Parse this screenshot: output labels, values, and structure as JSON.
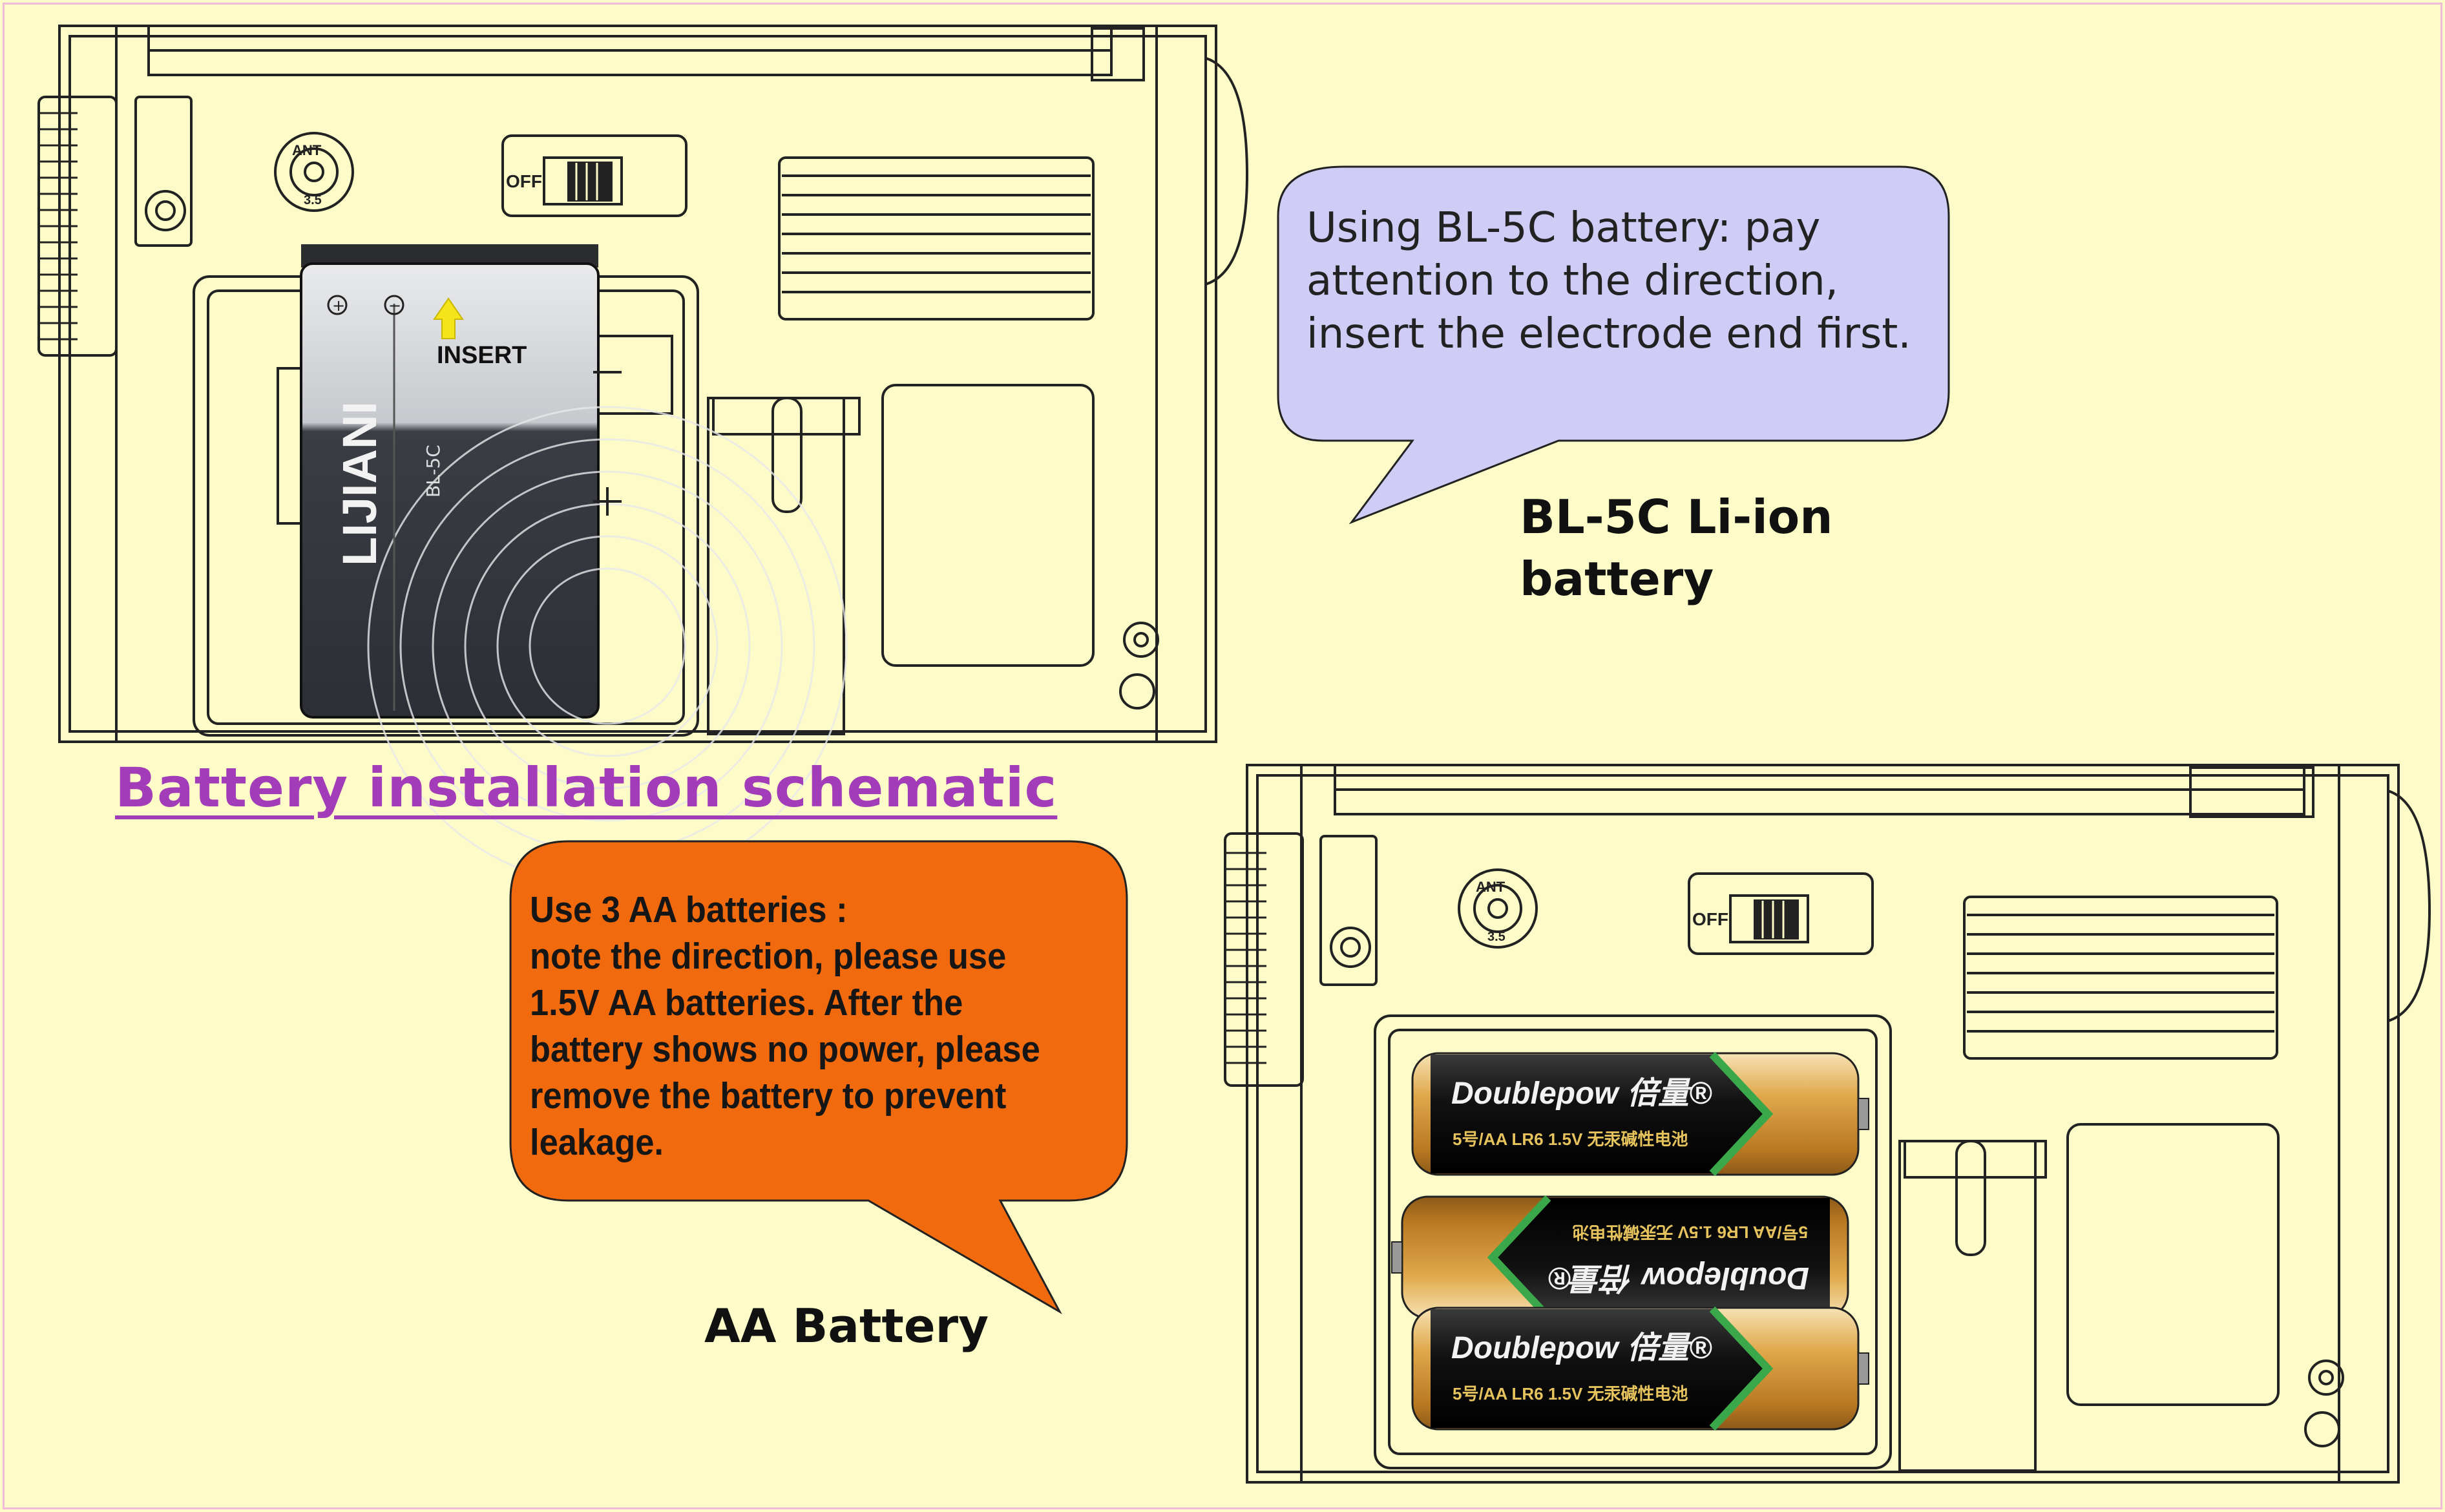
{
  "title": "Battery installation schematic",
  "bubbles": {
    "li_ion": "Using BL-5C battery: pay\nattention to the direction,\ninsert the electrode end first.",
    "aa": "Use 3 AA batteries  :\n note the direction, please use\n1.5V AA batteries. After the\nbattery shows no power, please\nremove the battery to prevent\nleakage."
  },
  "captions": {
    "li_ion": "BL-5C Li-ion\n battery",
    "aa": "AA Battery"
  },
  "radio": {
    "ant_label": "ANT",
    "ant_sub": "3.5",
    "switch_off": "OFF"
  },
  "li_battery": {
    "brand": "LIJIANI",
    "model": "BL-5C",
    "insert_label": "INSERT",
    "plus": "+",
    "minus": "−"
  },
  "aa_battery": {
    "brand": "Doublepow 倍量®",
    "spec": "5号/AA LR6 1.5V  无汞碱性电池"
  },
  "colors": {
    "background": "#fdfcc8",
    "title": "#a23cb9",
    "li_bubble": "#cfcdf6",
    "aa_bubble": "#f26a0e",
    "aa_battery_body": "#d39a3a",
    "aa_battery_band": "#2a7a38",
    "insert_arrow": "#f5e41a"
  }
}
